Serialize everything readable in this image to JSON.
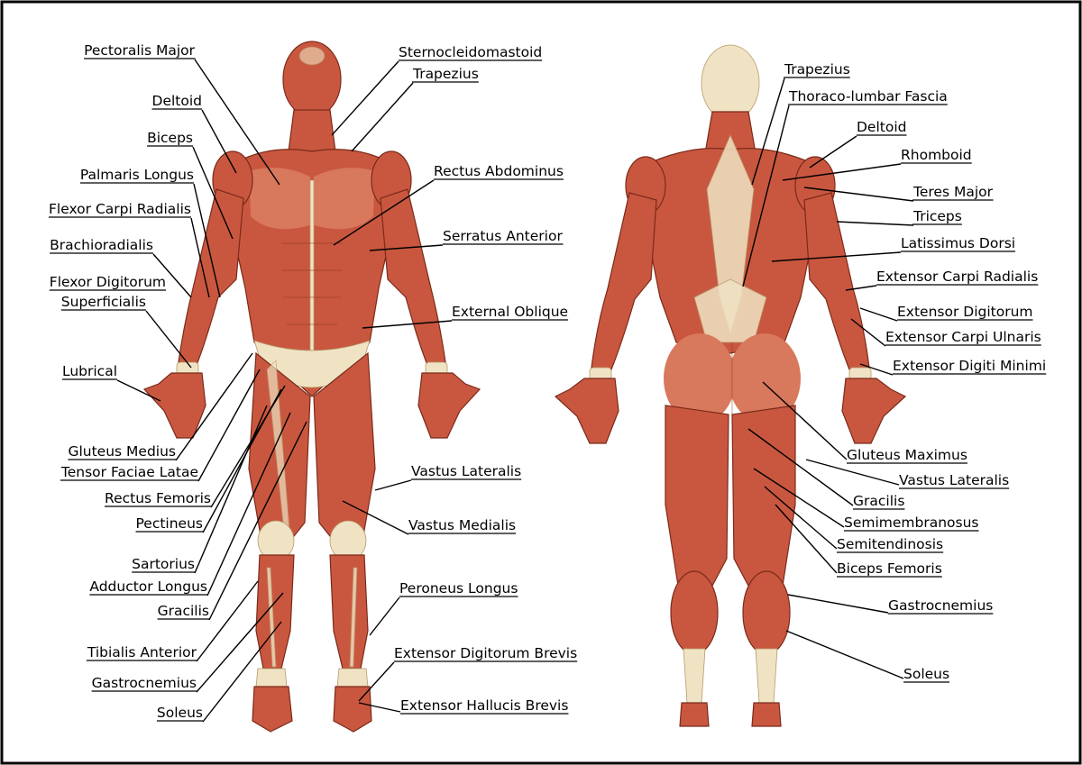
{
  "front": {
    "labels": [
      {
        "key": "pectoralis-major",
        "text": "Pectoralis Major"
      },
      {
        "key": "deltoid",
        "text": "Deltoid"
      },
      {
        "key": "biceps",
        "text": "Biceps"
      },
      {
        "key": "palmaris-longus",
        "text": "Palmaris Longus"
      },
      {
        "key": "flexor-carpi-radialis",
        "text": "Flexor Carpi Radialis"
      },
      {
        "key": "brachioradialis",
        "text": "Brachioradialis"
      },
      {
        "key": "flexor-digitorum-1",
        "text": "Flexor Digitorum"
      },
      {
        "key": "flexor-digitorum-2",
        "text": "Superficialis"
      },
      {
        "key": "lubrical",
        "text": "Lubrical"
      },
      {
        "key": "gluteus-medius",
        "text": "Gluteus Medius"
      },
      {
        "key": "tensor-faciae-latae",
        "text": "Tensor Faciae Latae"
      },
      {
        "key": "rectus-femoris",
        "text": "Rectus Femoris"
      },
      {
        "key": "pectineus",
        "text": "Pectineus"
      },
      {
        "key": "sartorius",
        "text": "Sartorius"
      },
      {
        "key": "adductor-longus",
        "text": "Adductor Longus"
      },
      {
        "key": "gracilis-front",
        "text": "Gracilis"
      },
      {
        "key": "tibialis-anterior",
        "text": "Tibialis Anterior"
      },
      {
        "key": "gastrocnemius-front",
        "text": "Gastrocnemius"
      },
      {
        "key": "soleus-front",
        "text": "Soleus"
      },
      {
        "key": "sternocleidomastoid",
        "text": "Sternocleidomastoid"
      },
      {
        "key": "trapezius-front",
        "text": "Trapezius"
      },
      {
        "key": "rectus-abdominus",
        "text": "Rectus Abdominus"
      },
      {
        "key": "serratus-anterior",
        "text": "Serratus Anterior"
      },
      {
        "key": "external-oblique",
        "text": "External Oblique"
      },
      {
        "key": "vastus-lateralis-front",
        "text": "Vastus Lateralis"
      },
      {
        "key": "vastus-medialis",
        "text": "Vastus Medialis"
      },
      {
        "key": "peroneus-longus",
        "text": "Peroneus Longus"
      },
      {
        "key": "extensor-digitorum-brevis",
        "text": "Extensor Digitorum Brevis"
      },
      {
        "key": "extensor-hallucis-brevis",
        "text": "Extensor Hallucis Brevis"
      }
    ]
  },
  "back": {
    "labels": [
      {
        "key": "trapezius-back",
        "text": "Trapezius"
      },
      {
        "key": "thoraco-lumbar-fascia",
        "text": "Thoraco-lumbar Fascia"
      },
      {
        "key": "deltoid-back",
        "text": "Deltoid"
      },
      {
        "key": "rhomboid",
        "text": "Rhomboid"
      },
      {
        "key": "teres-major",
        "text": "Teres Major"
      },
      {
        "key": "triceps",
        "text": "Triceps"
      },
      {
        "key": "latissimus-dorsi",
        "text": "Latissimus Dorsi"
      },
      {
        "key": "extensor-carpi-radialis",
        "text": "Extensor Carpi Radialis"
      },
      {
        "key": "extensor-digitorum",
        "text": "Extensor Digitorum"
      },
      {
        "key": "extensor-carpi-ulnaris",
        "text": "Extensor Carpi Ulnaris"
      },
      {
        "key": "extensor-digiti-minimi",
        "text": "Extensor Digiti Minimi"
      },
      {
        "key": "gluteus-maximus",
        "text": "Gluteus Maximus"
      },
      {
        "key": "vastus-lateralis-back",
        "text": "Vastus Lateralis"
      },
      {
        "key": "gracilis-back",
        "text": "Gracilis"
      },
      {
        "key": "semimembranosus",
        "text": "Semimembranosus"
      },
      {
        "key": "semitendinosis",
        "text": "Semitendinosis"
      },
      {
        "key": "biceps-femoris",
        "text": "Biceps Femoris"
      },
      {
        "key": "gastrocnemius-back",
        "text": "Gastrocnemius"
      },
      {
        "key": "soleus-back",
        "text": "Soleus"
      }
    ]
  },
  "colors": {
    "muscle": "#c9573f",
    "tendon": "#efe3c4",
    "ink": "#000000"
  }
}
